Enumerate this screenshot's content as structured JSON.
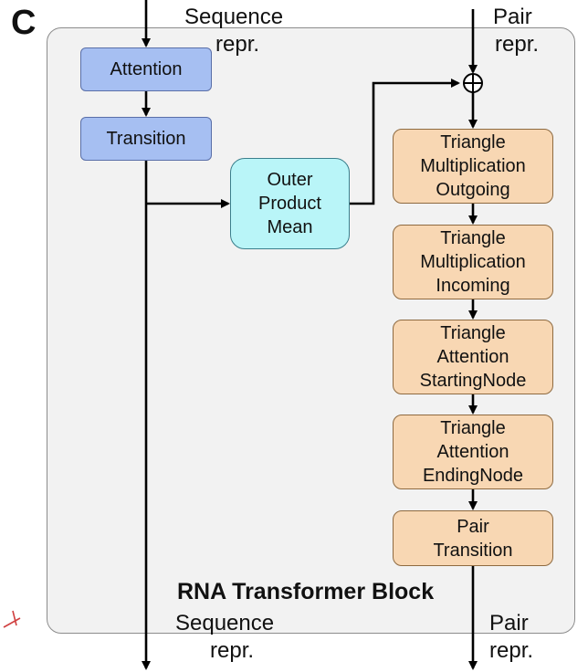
{
  "panel_letter": "C",
  "block_title": "RNA Transformer Block",
  "inputs": {
    "sequence": [
      "Sequence",
      "repr."
    ],
    "pair": [
      "Pair",
      "repr."
    ]
  },
  "outputs": {
    "sequence": [
      "Sequence",
      "repr."
    ],
    "pair": [
      "Pair",
      "repr."
    ]
  },
  "sequence_track": {
    "attention": [
      "Attention"
    ],
    "transition": [
      "Transition"
    ]
  },
  "outer_product_mean": [
    "Outer",
    "Product",
    "Mean"
  ],
  "pair_track": {
    "tri_mult_out": [
      "Triangle",
      "Multiplication",
      "Outgoing"
    ],
    "tri_mult_in": [
      "Triangle",
      "Multiplication",
      "Incoming"
    ],
    "tri_att_start": [
      "Triangle",
      "Attention",
      "StartingNode"
    ],
    "tri_att_end": [
      "Triangle",
      "Attention",
      "EndingNode"
    ],
    "pair_transition": [
      "Pair",
      "Transition"
    ]
  },
  "add_symbol": "⊕",
  "colors": {
    "sequence_modules": "#a6bff2",
    "outer_product_mean": "#b9f5f8",
    "pair_modules": "#f8d7b3",
    "block_background": "#f2f2f2"
  }
}
